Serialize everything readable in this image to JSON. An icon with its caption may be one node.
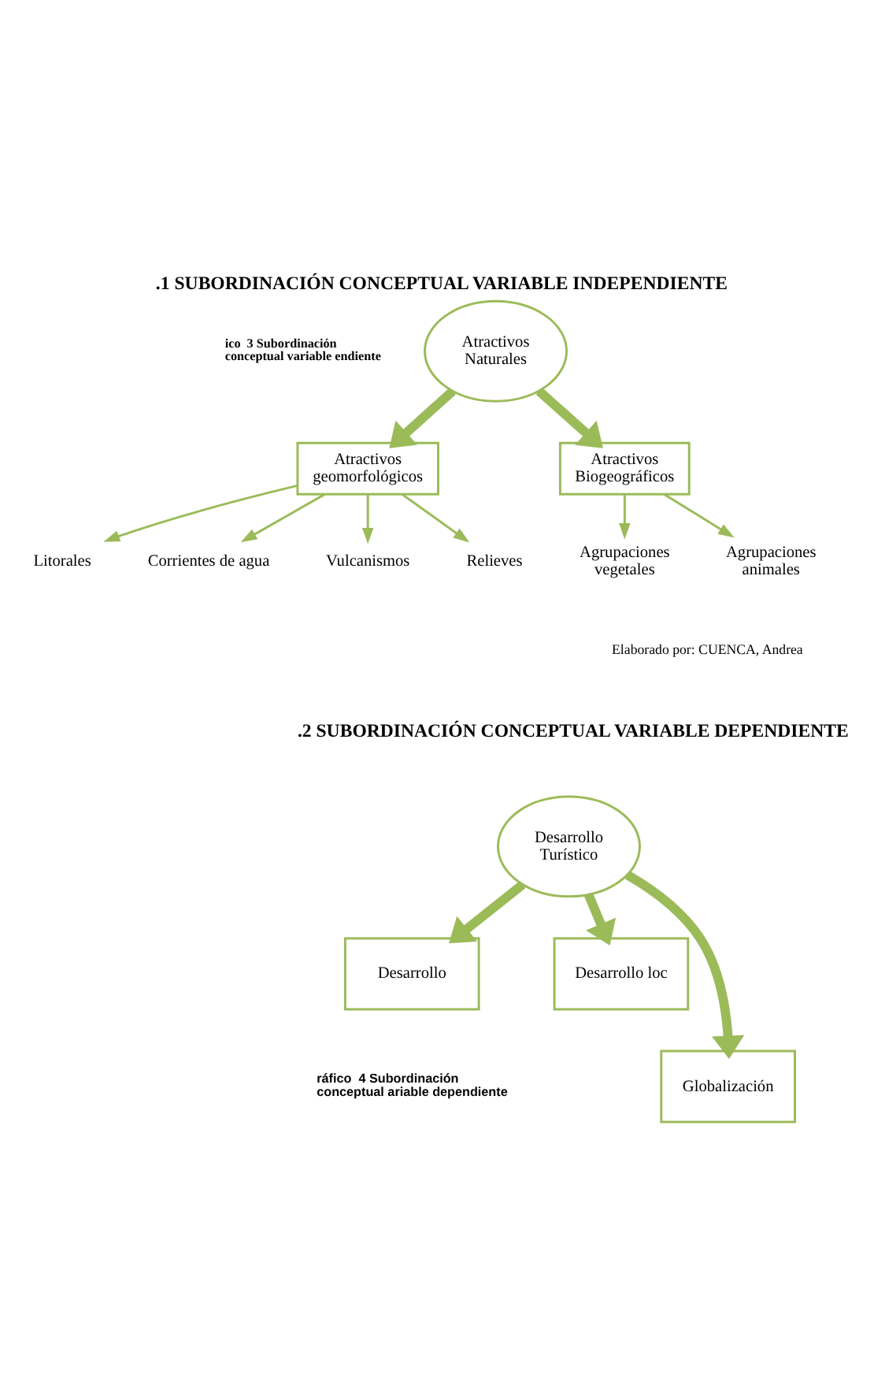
{
  "diagram": {
    "title": ".1 SUBORDINACIÓN CONCEPTUAL VARIABLE INDEPENDIENTE",
    "nodes": [
      {
        "text": [
          "Atractivos Naturales"
        ]
      },
      {
        "text": [
          "Atractivos geomorfológicos"
        ]
      },
      {
        "text": [
          "Atractivos Biogeográficos"
        ]
      },
      {
        "text": [
          "Litorales"
        ]
      },
      {
        "text": [
          "Corrientes de agua"
        ]
      },
      {
        "text": [
          "Vulcanismos"
        ]
      },
      {
        "text": [
          "Relieves"
        ]
      },
      {
        "text": [
          "Agrupaciones vegetales"
        ]
      },
      {
        "text": [
          "Agrupaciones animales"
        ]
      },
      {
        "text": [
          "Desarrollo Turístico"
        ]
      },
      {
        "text": [
          "Desarrollo"
        ]
      },
      {
        "text": [
          "Desarrollo loc"
        ]
      },
      {
        "text": [
          "Globalización"
        ]
      }
    ],
    "edges": [
      {
        "from": 0,
        "to": 1,
        "arrow": "to",
        "style": "thick"
      },
      {
        "from": 0,
        "to": 2,
        "arrow": "to",
        "style": "thick"
      },
      {
        "from": 1,
        "to": 3,
        "arrow": "to"
      },
      {
        "from": 1,
        "to": 4,
        "arrow": "to"
      },
      {
        "from": 1,
        "to": 5,
        "arrow": "to"
      },
      {
        "from": 1,
        "to": 6,
        "arrow": "to"
      },
      {
        "from": 2,
        "to": 7,
        "arrow": "to"
      },
      {
        "from": 2,
        "to": 8,
        "arrow": "to"
      },
      {
        "from": 9,
        "to": 10,
        "arrow": "to",
        "style": "thick"
      },
      {
        "from": 9,
        "to": 11,
        "arrow": "to",
        "style": "thick"
      },
      {
        "from": 9,
        "to": 12,
        "arrow": "to",
        "style": "thick"
      }
    ],
    "labels": [
      "ico  3 Subordinación conceptual variable endiente",
      "Elaborado por: CUENCA, Andrea",
      ".2 SUBORDINACIÓN CONCEPTUAL VARIABLE DEPENDIENTE",
      "ráfico  4 Subordinación conceptual ariable dependiente"
    ]
  }
}
